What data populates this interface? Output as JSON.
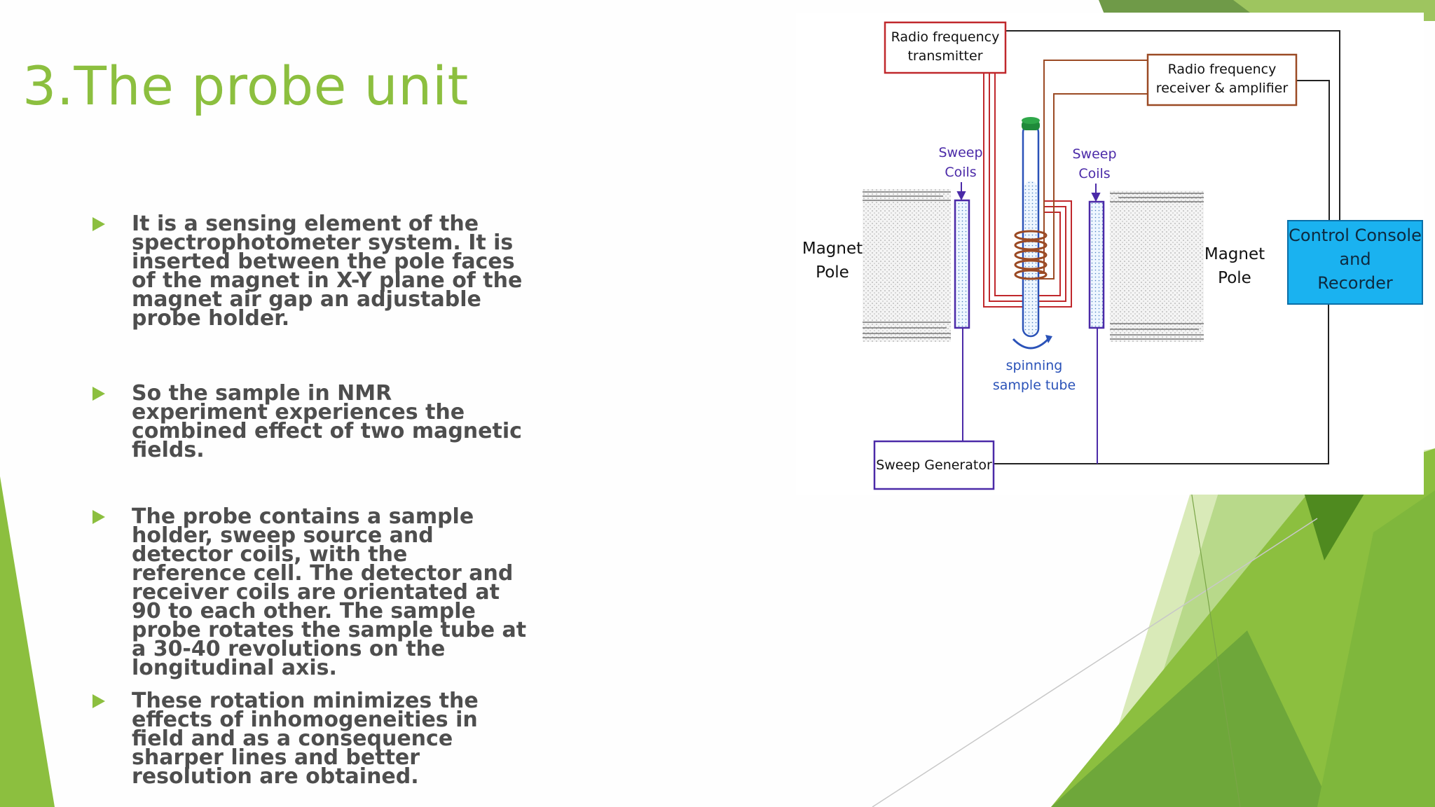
{
  "slide": {
    "title": "3.The probe unit",
    "bullets": [
      "It is a sensing element of the spectrophotometer system. It is inserted between the pole faces of the magnet in X-Y plane of the magnet air gap an adjustable probe holder.",
      "So the sample in NMR experiment experiences the combined effect of two magnetic fields.",
      "The probe contains a sample holder, sweep source and detector coils, with the reference cell. The detector and receiver coils are orientated at 90 to each other. The sample probe rotates the sample tube at a 30-40 revolutions on the longitudinal axis.",
      "These rotation minimizes the effects of inhomogeneities in field and as a consequence sharper lines and better resolution are obtained."
    ]
  },
  "diagram": {
    "rf_transmitter": [
      "Radio frequency",
      "transmitter"
    ],
    "rf_receiver": [
      "Radio frequency",
      "receiver & amplifier"
    ],
    "sweep_coils_left": [
      "Sweep",
      "Coils"
    ],
    "sweep_coils_right": [
      "Sweep",
      "Coils"
    ],
    "magnet_pole_left": [
      "Magnet",
      "Pole"
    ],
    "magnet_pole_right": [
      "Magnet",
      "Pole"
    ],
    "control_console": [
      "Control Console",
      "and",
      "Recorder"
    ],
    "spinning_tube": [
      "spinning",
      "sample tube"
    ],
    "sweep_generator": "Sweep Generator"
  },
  "colors": {
    "accent_green": "#8cbf3f",
    "text_gray": "#4e4e4e",
    "console_blue": "#1ab2f0",
    "transmitter_red": "#c0282c",
    "receiver_brown": "#9b4a24",
    "sweep_purple": "#4b2aa8"
  }
}
